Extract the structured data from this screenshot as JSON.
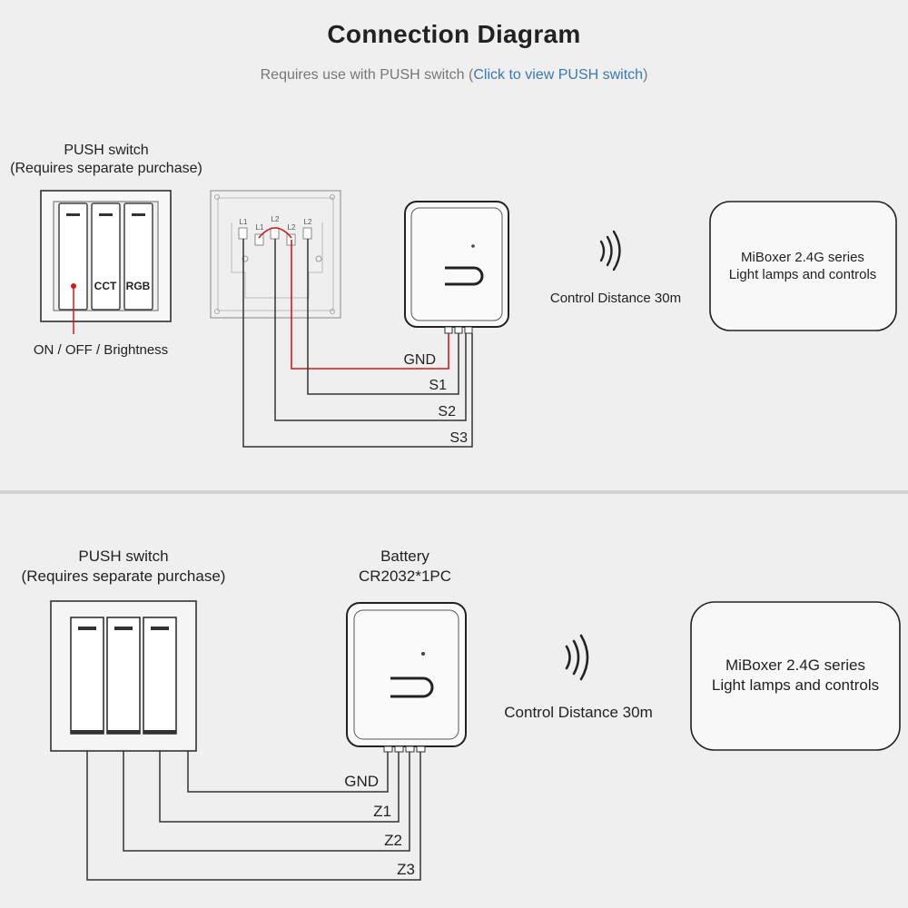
{
  "header": {
    "title": "Connection Diagram",
    "subtitle_prefix": "Requires use with PUSH switch (",
    "subtitle_link": "Click to view PUSH switch",
    "subtitle_suffix": ")"
  },
  "top_diagram": {
    "switch_title": "PUSH switch",
    "switch_note": "(Requires separate purchase)",
    "button_labels": [
      "",
      "CCT",
      "RGB"
    ],
    "on_off_label": "ON / OFF / Brightness",
    "terminal_labels": [
      "L1",
      "L1",
      "L2",
      "L2",
      "L2"
    ],
    "wire_labels": [
      "GND",
      "S1",
      "S2",
      "S3"
    ],
    "control_distance": "Control Distance 30m",
    "miboxer_line1": "MiBoxer 2.4G series",
    "miboxer_line2": "Light lamps and controls"
  },
  "bottom_diagram": {
    "switch_title": "PUSH switch",
    "switch_note": "(Requires separate purchase)",
    "battery_title": "Battery",
    "battery_spec": "CR2032*1PC",
    "wire_labels": [
      "GND",
      "Z1",
      "Z2",
      "Z3"
    ],
    "control_distance": "Control Distance 30m",
    "miboxer_line1": "MiBoxer 2.4G series",
    "miboxer_line2": "Light lamps and controls"
  },
  "colors": {
    "background": "#efefef",
    "line": "#333333",
    "gnd_wire": "#d11a1a",
    "link": "#3a78b5",
    "divider": "#d2d2d2"
  }
}
